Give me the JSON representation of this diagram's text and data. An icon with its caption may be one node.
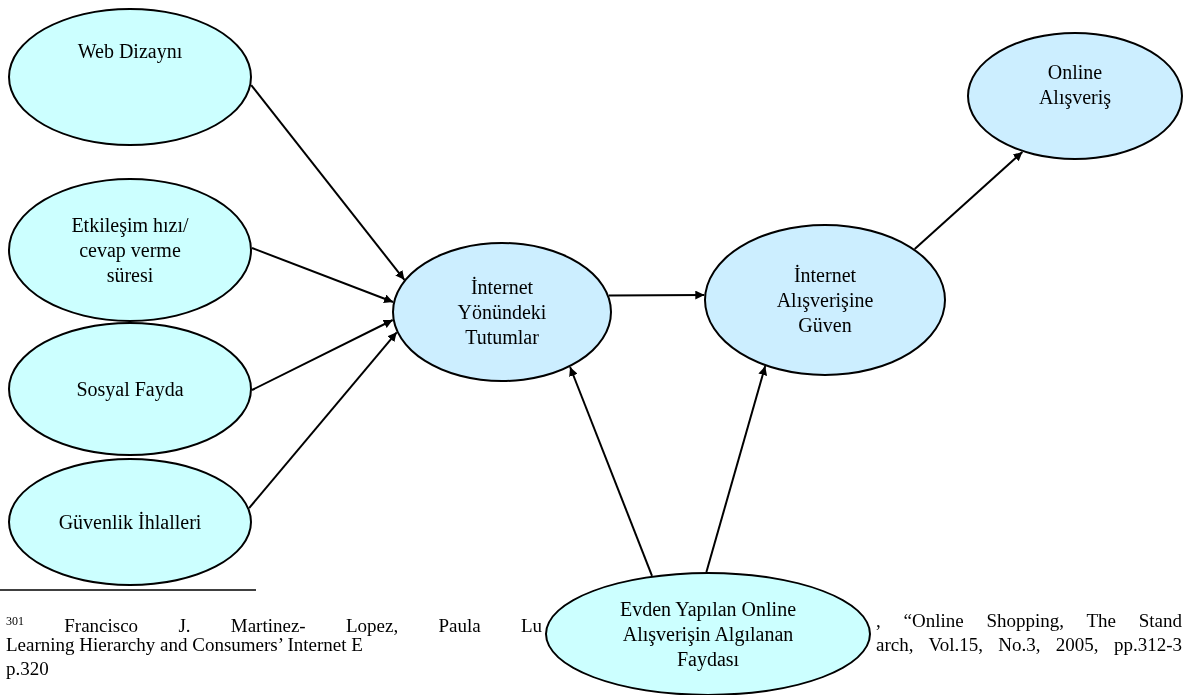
{
  "diagram": {
    "nodes": [
      {
        "text": [
          "Web Dizaynı"
        ]
      },
      {
        "text": [
          "Etkileşim hızı/ cevap verme süresi"
        ]
      },
      {
        "text": [
          "Sosyal Fayda"
        ]
      },
      {
        "text": [
          "Güvenlik İhlalleri"
        ]
      },
      {
        "text": [
          "İnternet Yönündeki Tutumlar"
        ]
      },
      {
        "text": [
          "İnternet Alışverişine Güven"
        ]
      },
      {
        "text": [
          "Online Alışveriş"
        ]
      },
      {
        "text": [
          "Evden Yapılan Online Alışverişin Algılanan Faydası"
        ]
      }
    ],
    "edges": [
      {
        "from": 0,
        "to": 4,
        "arrow": "to"
      },
      {
        "from": 1,
        "to": 4,
        "arrow": "to"
      },
      {
        "from": 2,
        "to": 4,
        "arrow": "to"
      },
      {
        "from": 3,
        "to": 4,
        "arrow": "to"
      },
      {
        "from": 4,
        "to": 5,
        "arrow": "to"
      },
      {
        "from": 5,
        "to": 6,
        "arrow": "to"
      },
      {
        "from": 7,
        "to": 4,
        "arrow": "to"
      },
      {
        "from": 7,
        "to": 5,
        "arrow": "to"
      }
    ],
    "labels": [
      "$^{301}$ Francisco J. Martinez- Lopez, Paula Lu",
      ", “Online Shopping, The Stand",
      "Learning Hierarchy and Consumers’ Internet E",
      "arch, Vol.15, No.3, 2005, pp.312-3",
      "p.320"
    ]
  }
}
